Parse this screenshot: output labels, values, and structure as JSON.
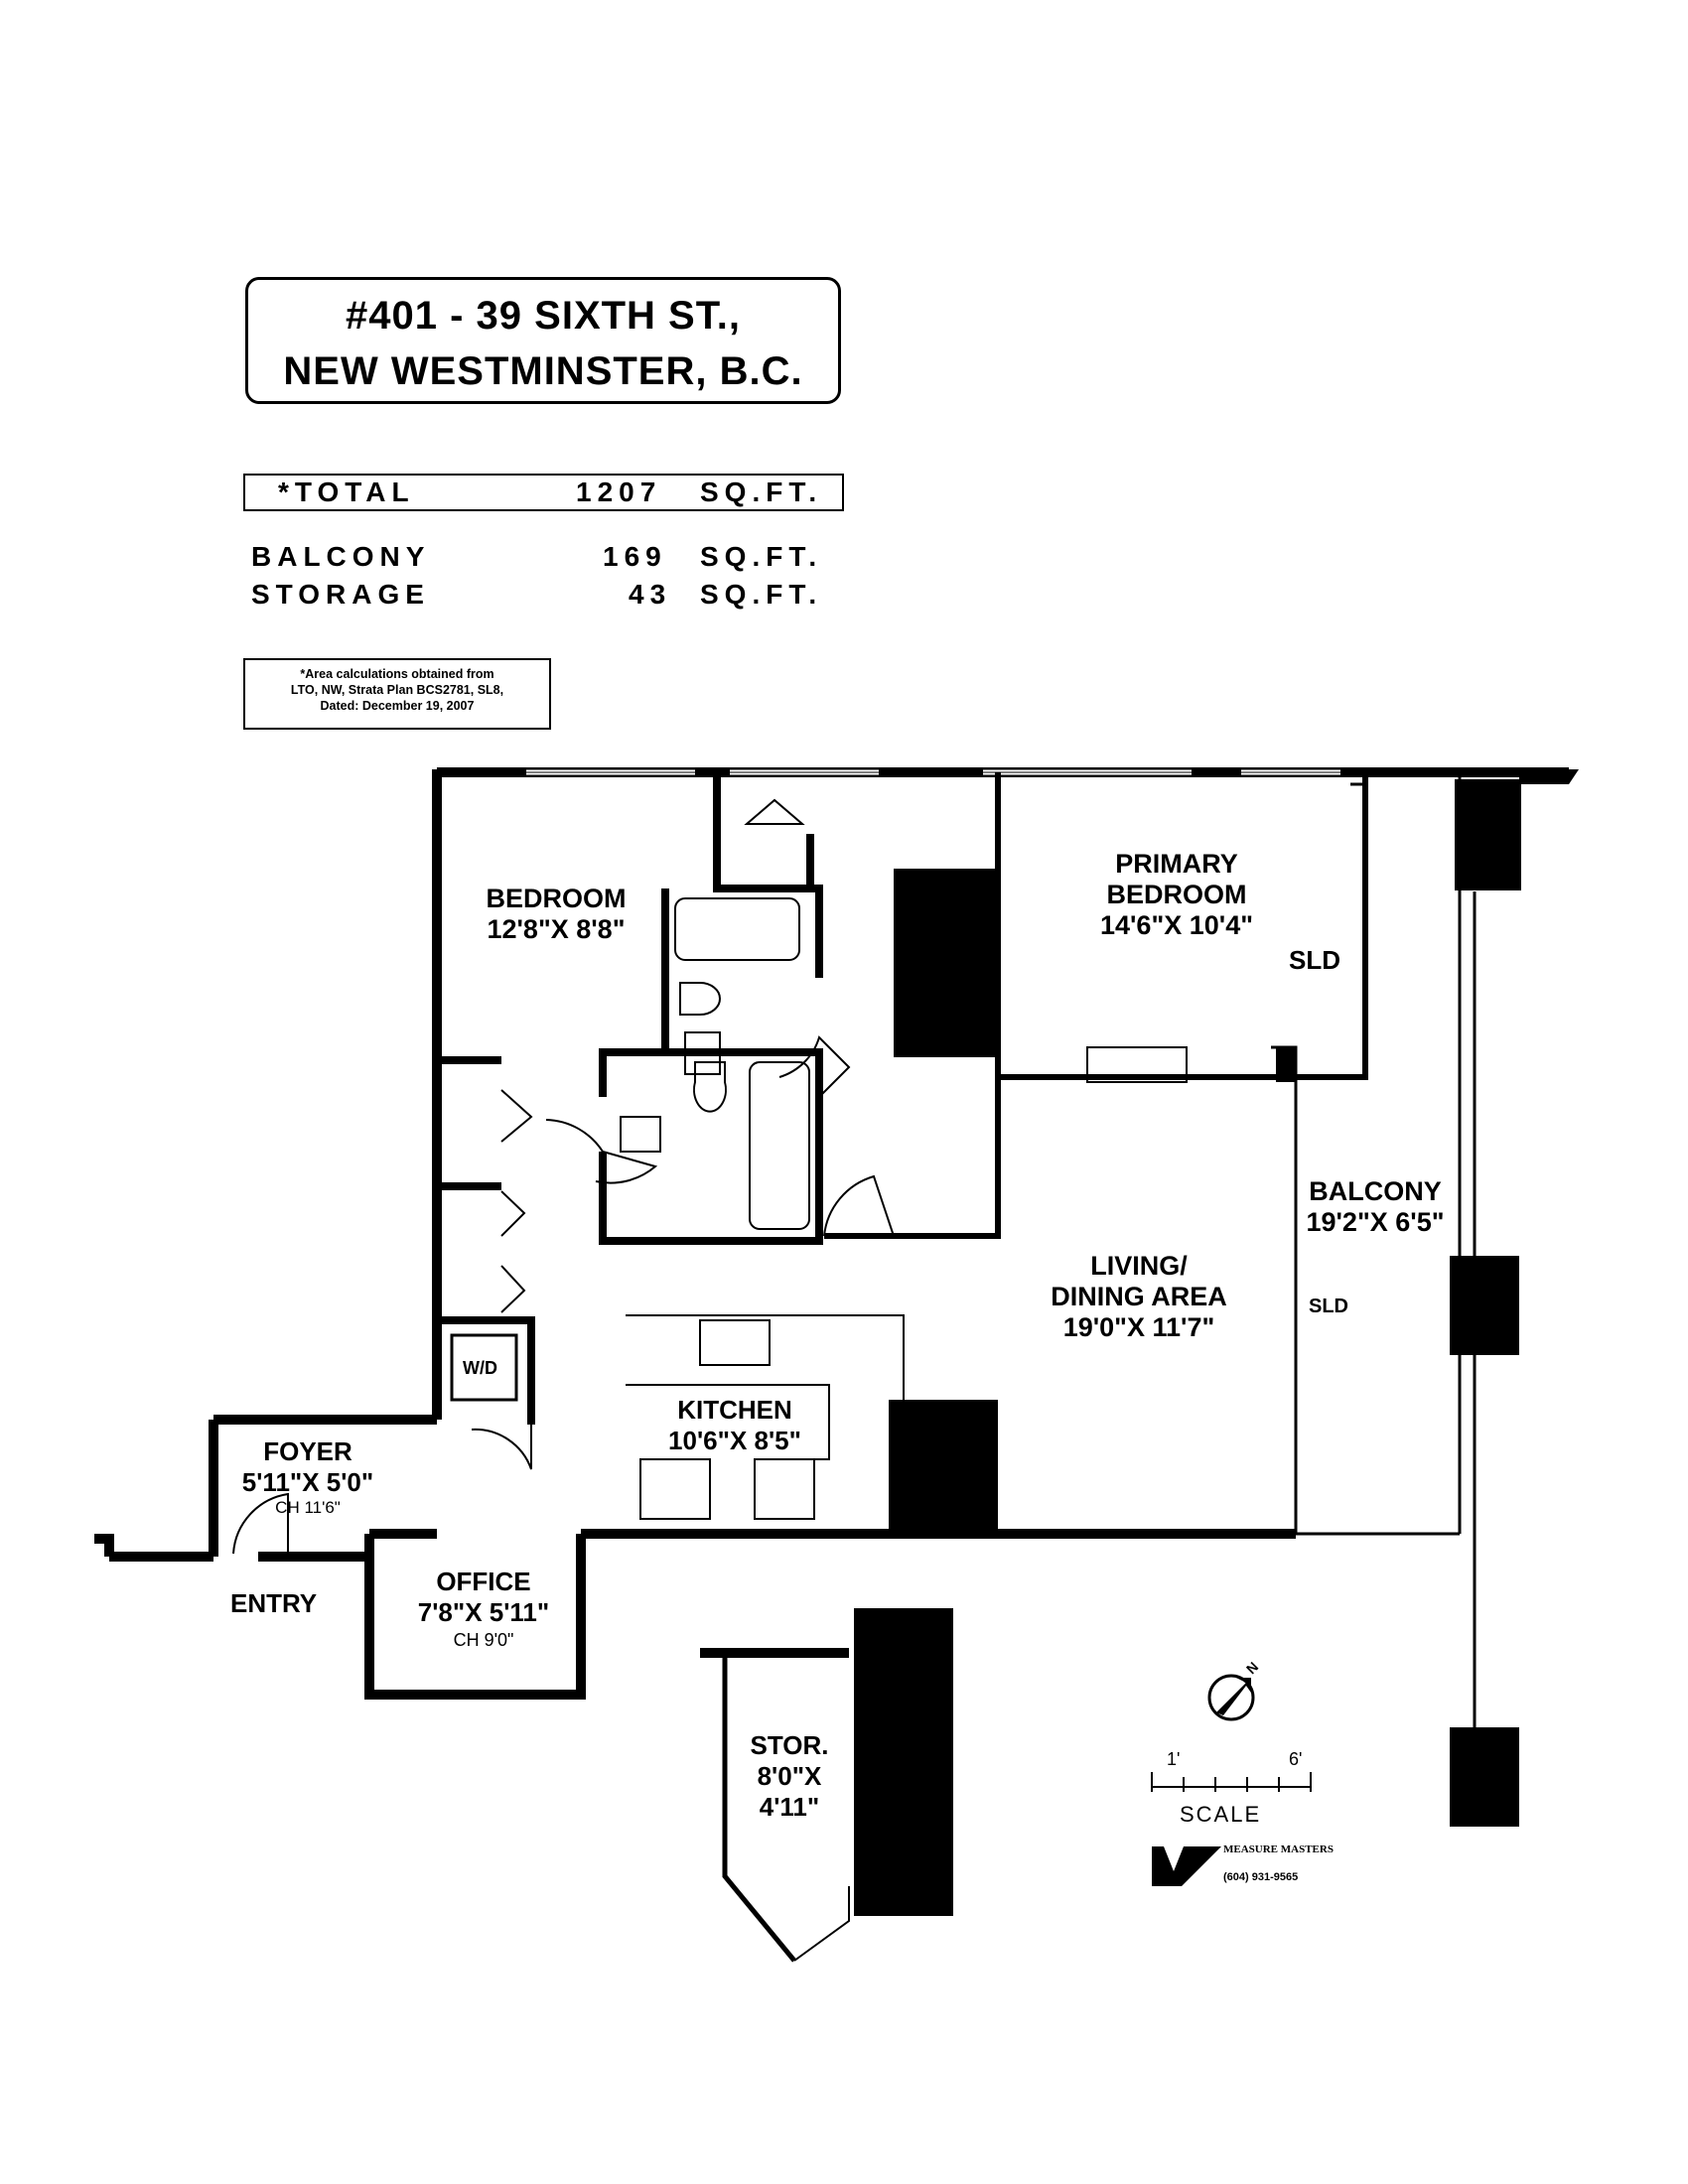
{
  "header": {
    "address_line1": "#401 - 39 SIXTH ST.,",
    "address_line2": "NEW WESTMINSTER, B.C."
  },
  "areas": {
    "total": {
      "label": "*TOTAL",
      "value": "1207",
      "unit": "SQ.FT."
    },
    "balcony": {
      "label": "BALCONY",
      "value": "169",
      "unit": "SQ.FT."
    },
    "storage": {
      "label": "STORAGE",
      "value": "43",
      "unit": "SQ.FT."
    }
  },
  "note": {
    "line1": "*Area calculations obtained from",
    "line2": "LTO, NW, Strata Plan BCS2781, SL8,",
    "line3": "Dated: December 19, 2007"
  },
  "rooms": {
    "bedroom": {
      "name": "BEDROOM",
      "dims": "12'8\"X 8'8\""
    },
    "primary_bedroom": {
      "name1": "PRIMARY",
      "name2": "BEDROOM",
      "dims": "14'6\"X 10'4\""
    },
    "living": {
      "name1": "LIVING/",
      "name2": "DINING AREA",
      "dims": "19'0\"X 11'7\""
    },
    "balcony": {
      "name": "BALCONY",
      "dims": "19'2\"X 6'5\""
    },
    "kitchen": {
      "name": "KITCHEN",
      "dims": "10'6\"X 8'5\""
    },
    "foyer": {
      "name": "FOYER",
      "dims": "5'11\"X 5'0\"",
      "ceiling": "CH 11'6\""
    },
    "office": {
      "name": "OFFICE",
      "dims": "7'8\"X 5'11\"",
      "ceiling": "CH 9'0\""
    },
    "storage": {
      "name": "STOR.",
      "dims1": "8'0\"X",
      "dims2": "4'11\""
    }
  },
  "labels": {
    "sld_primary": "SLD",
    "sld_living": "SLD",
    "washer_dryer": "W/D",
    "entry": "ENTRY",
    "north": "N"
  },
  "scale": {
    "label": "SCALE",
    "start": "1'",
    "end": "6'"
  },
  "logo": {
    "brand": "MEASURE MASTERS",
    "phone": "(604) 931-9565"
  }
}
